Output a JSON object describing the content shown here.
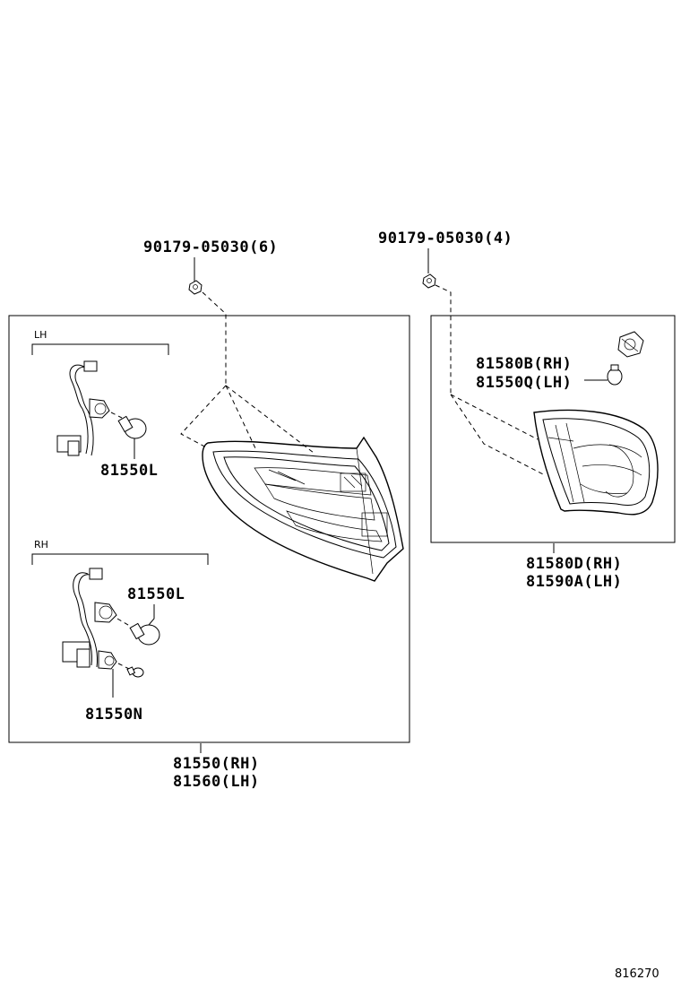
{
  "labels": {
    "bolt_left": "90179-05030(6)",
    "bolt_right": "90179-05030(4)",
    "lh_section": "LH",
    "rh_section": "RH",
    "bulb_lh": "81550L",
    "bulb_rh_upper": "81550L",
    "bulb_rh_lower": "81550N",
    "outer_lamp_rh": "81550(RH)",
    "outer_lamp_lh": "81560(LH)",
    "inner_bulb_rh": "81580B(RH)",
    "inner_bulb_lh": "81550Q(LH)",
    "inner_lamp_rh": "81580D(RH)",
    "inner_lamp_lh": "81590A(LH)",
    "diagram_ref": "816270"
  },
  "colors": {
    "line": "#000000",
    "background": "#ffffff"
  }
}
